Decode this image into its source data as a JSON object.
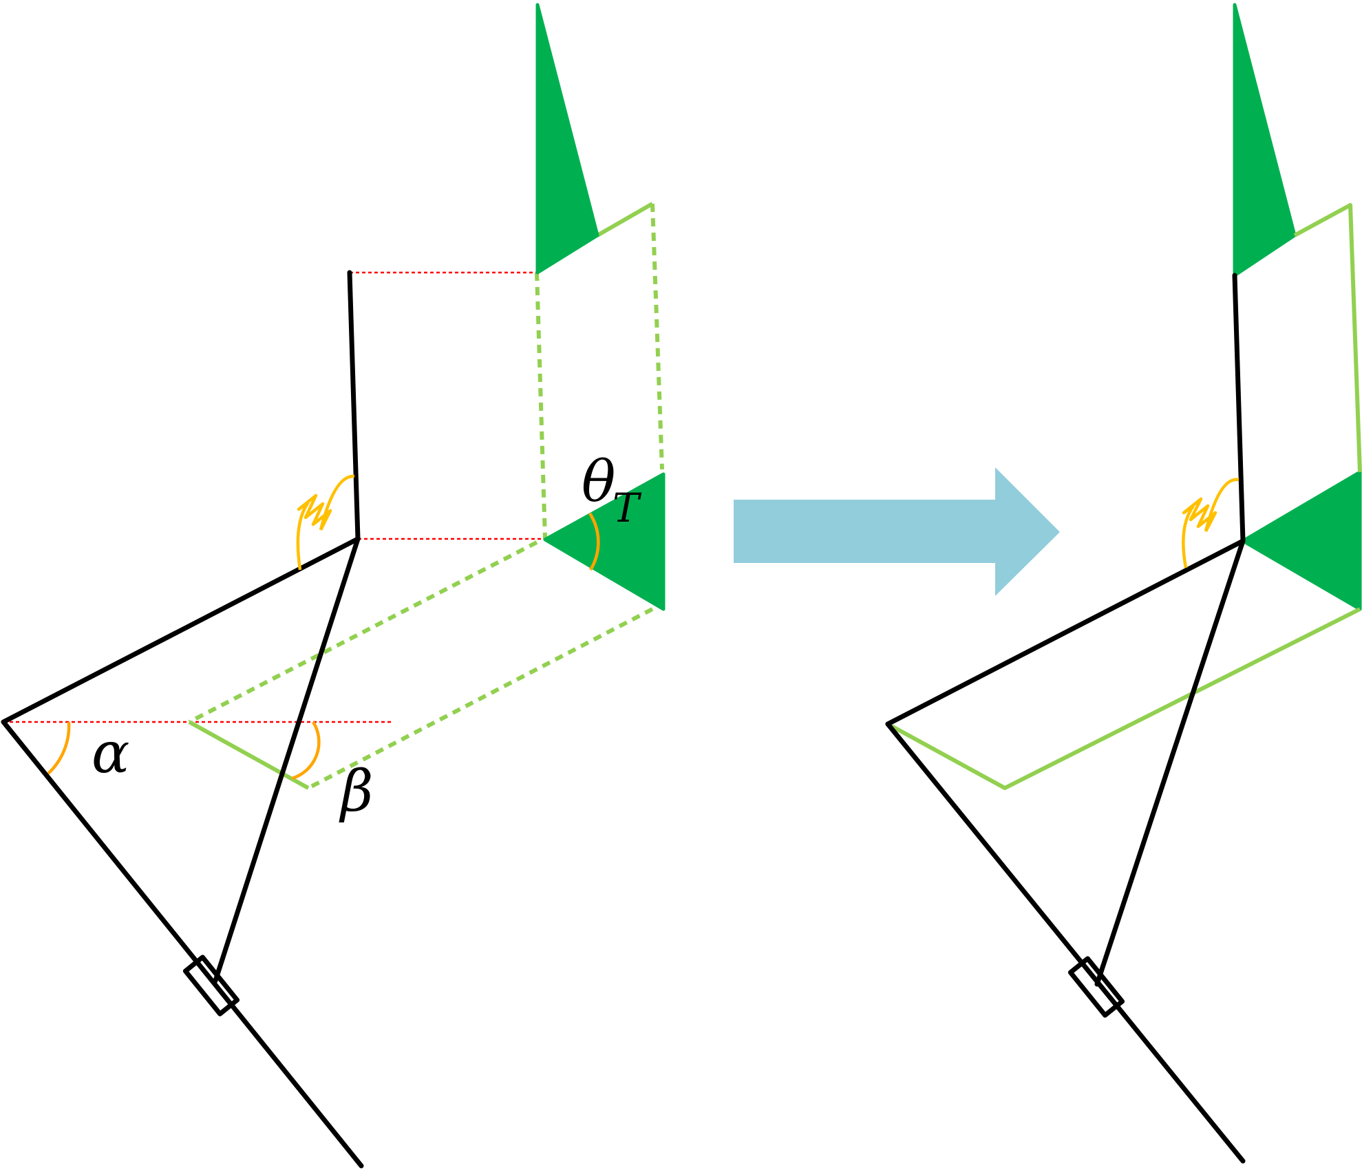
{
  "colors": {
    "link": "#000000",
    "mechanism_green": "#00b050",
    "light_green": "#92d050",
    "reference_red": "#ff0000",
    "angle_arc": "#ffa500",
    "spring": "#ffc000",
    "arrow": "#92cddc",
    "background": "#ffffff"
  },
  "labels": {
    "alpha": "α",
    "beta": "β",
    "theta": "θ",
    "theta_subscript": "T"
  },
  "icons": {
    "transition_arrow": "right-arrow-icon",
    "spring": "torsion-spring-icon",
    "slider": "slider-block-icon"
  }
}
